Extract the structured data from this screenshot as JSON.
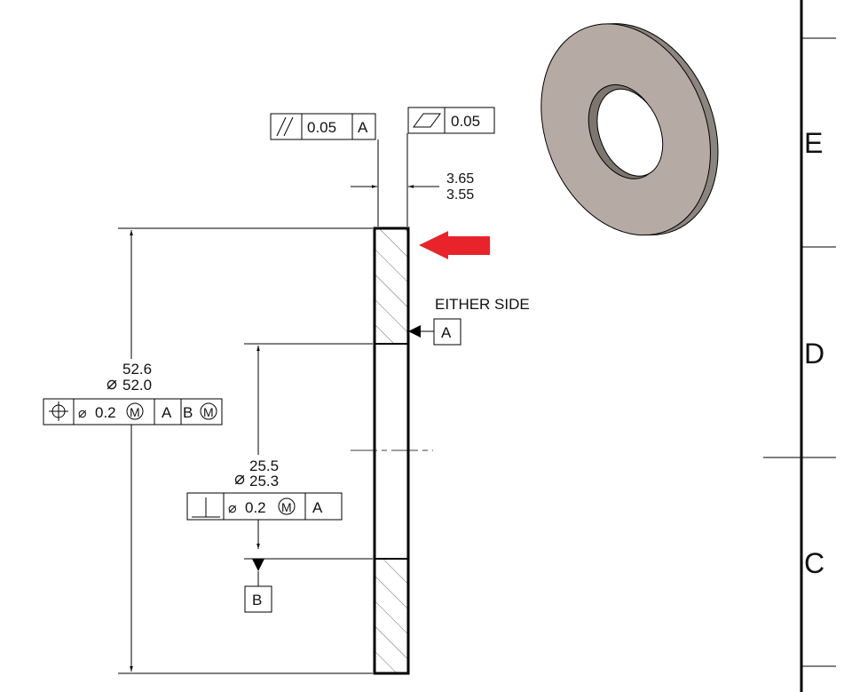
{
  "zones": [
    "E",
    "D",
    "C"
  ],
  "colors": {
    "arrow": "#e8242a",
    "washer": "#b5aba4",
    "washer_edge": "#8c847e"
  },
  "parallelism_fcf": {
    "symbol": "parallelism",
    "tolerance": "0.05",
    "datum": "A"
  },
  "flatness_fcf": {
    "symbol": "flatness",
    "tolerance": "0.05"
  },
  "thickness": {
    "upper": "3.65",
    "lower": "3.55"
  },
  "outer_diameter": {
    "prefix": "⌀",
    "upper": "52.6",
    "lower": "52.0"
  },
  "position_fcf": {
    "symbol": "position",
    "diameter": "⌀",
    "tolerance": "0.2",
    "modifier": "M",
    "datum1": "A",
    "datum2": "B",
    "datum2_modifier": "M"
  },
  "inner_diameter": {
    "prefix": "⌀",
    "upper": "25.5",
    "lower": "25.3"
  },
  "perpendicularity_fcf": {
    "symbol": "perpendicularity",
    "diameter": "⌀",
    "tolerance": "0.2",
    "modifier": "M",
    "datum": "A"
  },
  "datum_a": {
    "label": "A",
    "note": "EITHER SIDE"
  },
  "datum_b": {
    "label": "B"
  }
}
